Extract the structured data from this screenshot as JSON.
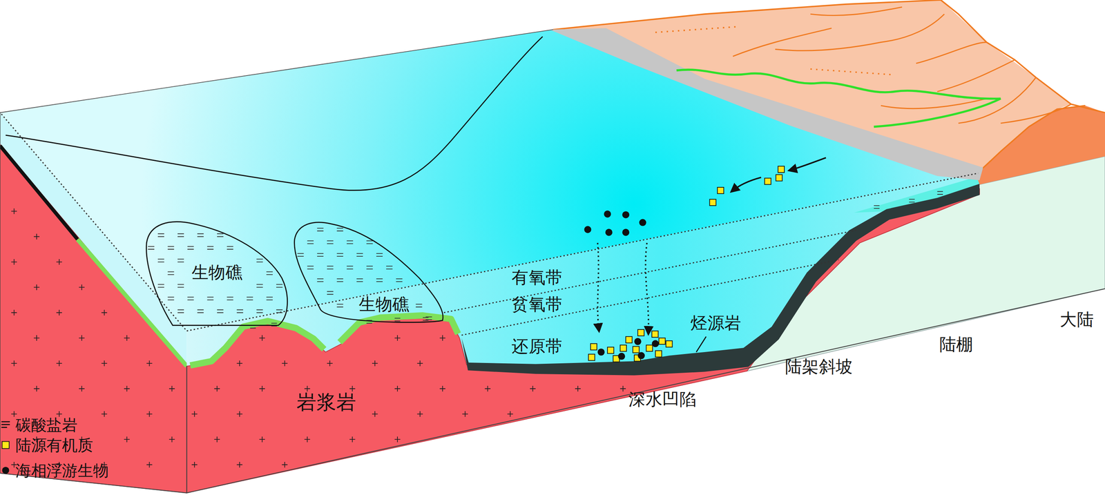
{
  "diagram": {
    "nodes": [
      {
        "text": [
          "生物礁"
        ]
      },
      {
        "text": [
          "生物礁"
        ]
      }
    ],
    "labels": [
      "有氧带",
      "贫氧带",
      "还原带",
      "烃源岩",
      "岩浆岩",
      "深水凹陷",
      "陆架斜坡",
      "陆棚",
      "大陆"
    ],
    "legend": [
      {
        "text": "碳酸盐岩"
      },
      {
        "text": "陆源有机质"
      },
      {
        "text": "海相浮游生物"
      }
    ]
  }
}
